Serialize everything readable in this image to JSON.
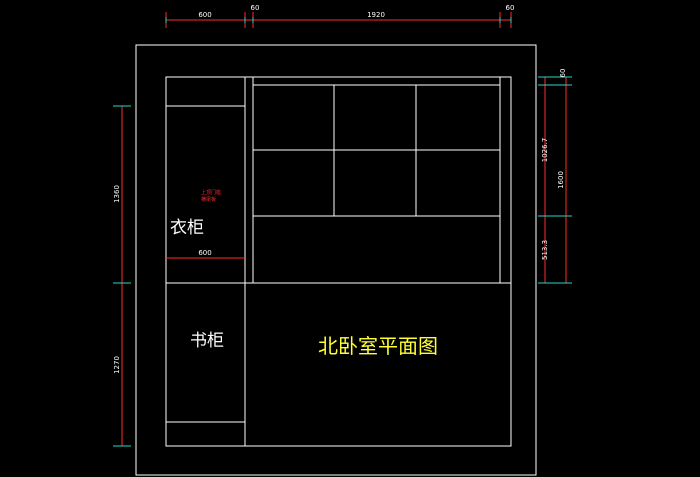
{
  "colors": {
    "background": "#000000",
    "walls": "#ffffff",
    "dimension_lines": "#ff2a2a",
    "extension_ticks": "#2ad6c8",
    "dimension_text": "#ffffff",
    "title": "#ffff33",
    "note": "#ff2a2a"
  },
  "title": "北卧室平面图",
  "labels": {
    "wardrobe": "衣柜",
    "bookcase": "书柜"
  },
  "note": {
    "line1": "上顶门槛",
    "line2": "横梁板"
  },
  "dimensions": {
    "top": {
      "left_width": "600",
      "gap_left": "60",
      "center_width": "1920",
      "gap_right": "60"
    },
    "left": {
      "upper": "1360",
      "lower": "1270"
    },
    "right": {
      "top": "60",
      "upper": "1026.7",
      "total": "1600",
      "lower": "513.3"
    },
    "wardrobe_inner_width": "600"
  }
}
